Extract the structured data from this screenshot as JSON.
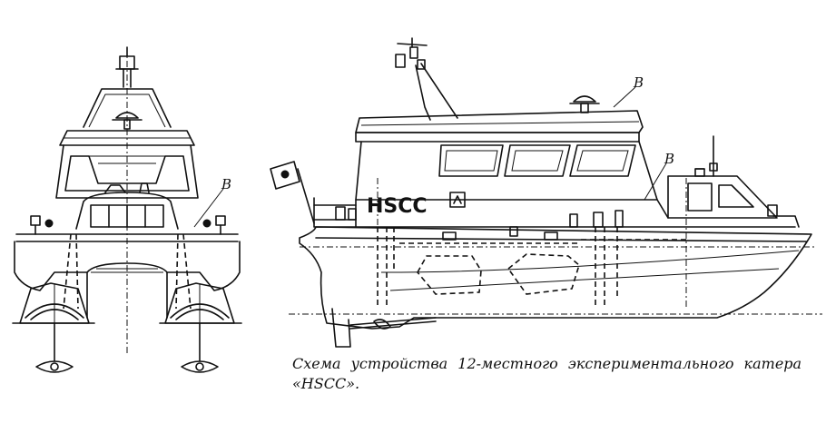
{
  "caption": {
    "line1": "Схема устройства 12-местного экспериментального катера",
    "line2": "«HSCC»."
  },
  "labels": {
    "front_view_callout": "B",
    "side_view_callout_upper": "B",
    "side_view_callout_lower": "B",
    "hull_name": "HSCC"
  }
}
